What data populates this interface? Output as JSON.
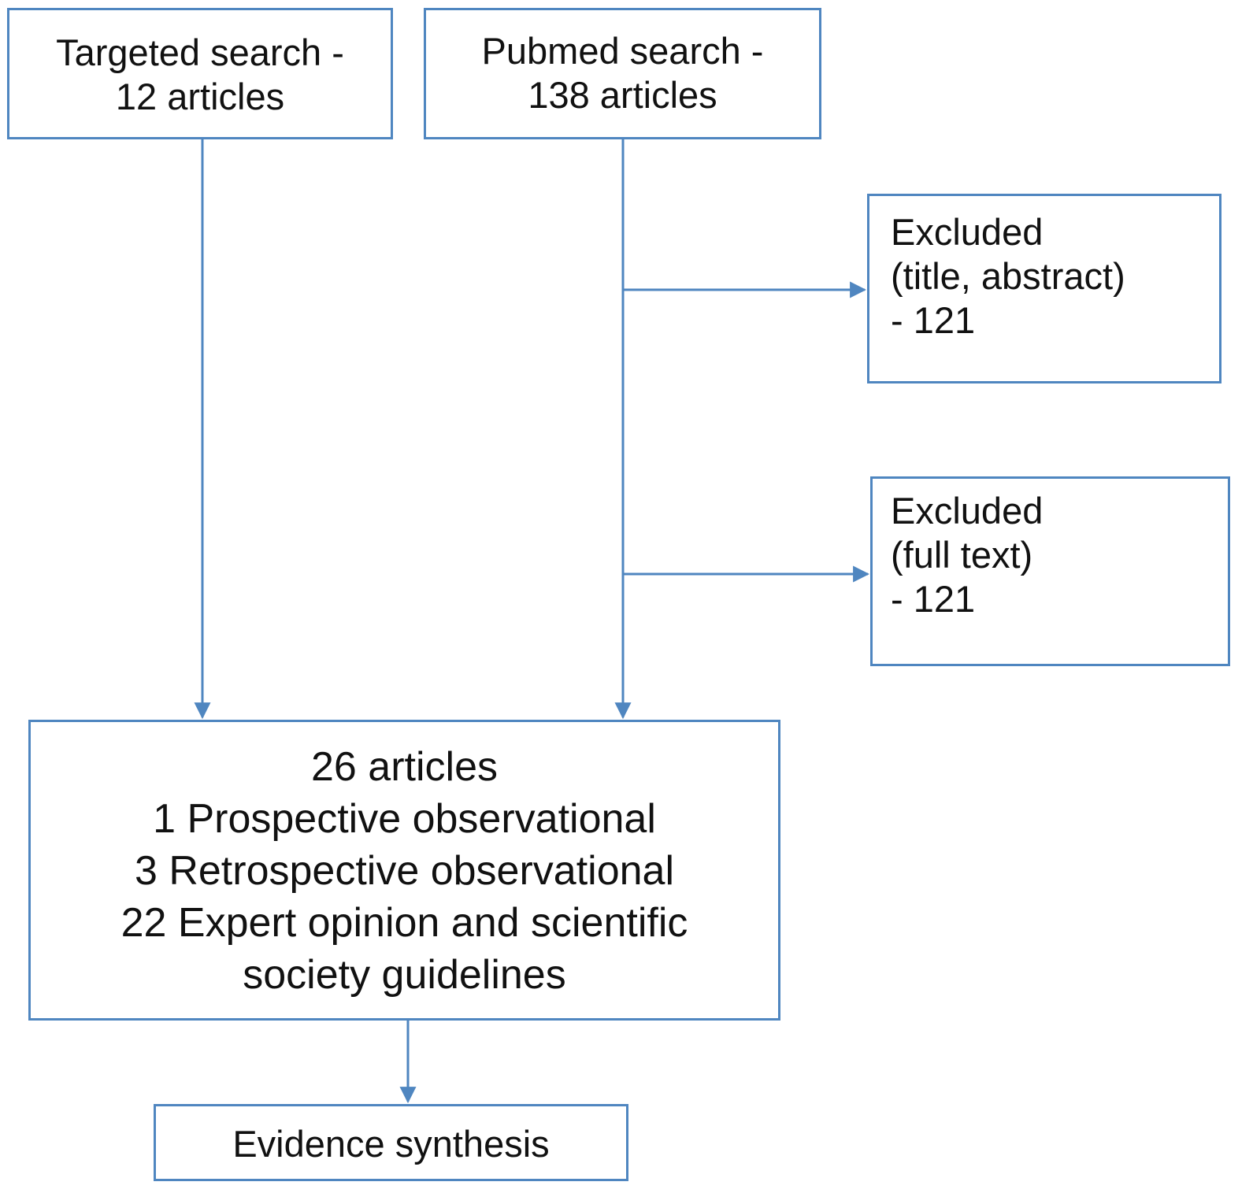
{
  "colors": {
    "border": "#4f86c0",
    "connector": "#4f86c0",
    "text": "#111111",
    "background": "#ffffff"
  },
  "nodes": {
    "targeted_search": {
      "lines": [
        "Targeted search -",
        "12 articles"
      ]
    },
    "pubmed_search": {
      "lines": [
        "Pubmed search -",
        "138 articles"
      ]
    },
    "excluded_title_abstract": {
      "lines": [
        "Excluded",
        "(title, abstract)",
        "- 121"
      ]
    },
    "excluded_full_text": {
      "lines": [
        "Excluded",
        "(full text)",
        "- 121"
      ]
    },
    "included": {
      "lines": [
        "26 articles",
        "1 Prospective observational",
        "3 Retrospective observational",
        "22 Expert opinion and scientific",
        "society guidelines"
      ]
    },
    "evidence_synthesis": {
      "lines": [
        "Evidence synthesis"
      ]
    }
  },
  "edges": [
    {
      "from": "targeted_search",
      "to": "included"
    },
    {
      "from": "pubmed_search",
      "to": "included"
    },
    {
      "from": "pubmed_search",
      "to": "excluded_title_abstract"
    },
    {
      "from": "pubmed_search",
      "to": "excluded_full_text"
    },
    {
      "from": "included",
      "to": "evidence_synthesis"
    }
  ]
}
